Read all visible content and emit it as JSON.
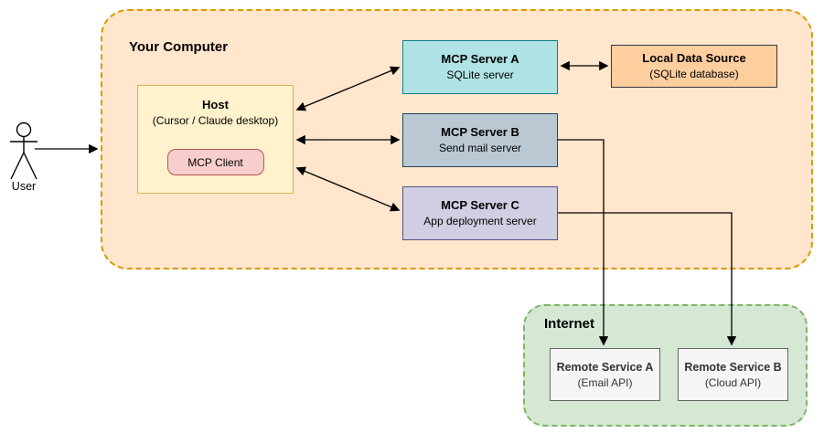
{
  "user": {
    "label": "User"
  },
  "your_computer": {
    "label": "Your Computer"
  },
  "host": {
    "title": "Host",
    "subtitle": "(Cursor / Claude desktop)",
    "client_label": "MCP Client"
  },
  "servers": [
    {
      "id": "A",
      "title": "MCP Server A",
      "subtitle": "SQLite server"
    },
    {
      "id": "B",
      "title": "MCP Server B",
      "subtitle": "Send mail server"
    },
    {
      "id": "C",
      "title": "MCP Server C",
      "subtitle": "App deployment server"
    }
  ],
  "local_data_source": {
    "title": "Local Data Source",
    "subtitle": "(SQLite database)"
  },
  "internet": {
    "label": "Internet"
  },
  "remote_services": [
    {
      "title": "Remote Service A",
      "subtitle": "(Email API)"
    },
    {
      "title": "Remote Service B",
      "subtitle": "(Cloud API)"
    }
  ],
  "colors": {
    "your_computer_fill": "#FFE6CC",
    "your_computer_border": "#D79B00",
    "host_fill": "#FFF2CC",
    "host_border": "#D6B656",
    "mcp_client_fill": "#F8CECC",
    "mcp_client_border": "#B85450",
    "server_a_fill": "#B0E3E6",
    "server_a_border": "#0E8088",
    "server_b_fill": "#BAC8D3",
    "server_b_border": "#23445D",
    "server_c_fill": "#D0CEE2",
    "server_c_border": "#56517E",
    "local_data_source_fill": "#FFCE9F",
    "local_data_source_border": "#36393D",
    "internet_fill": "#D5E8D4",
    "internet_border": "#82B366",
    "remote_service_fill": "#F5F5F5",
    "remote_service_border": "#666666",
    "connector": "#000000"
  }
}
